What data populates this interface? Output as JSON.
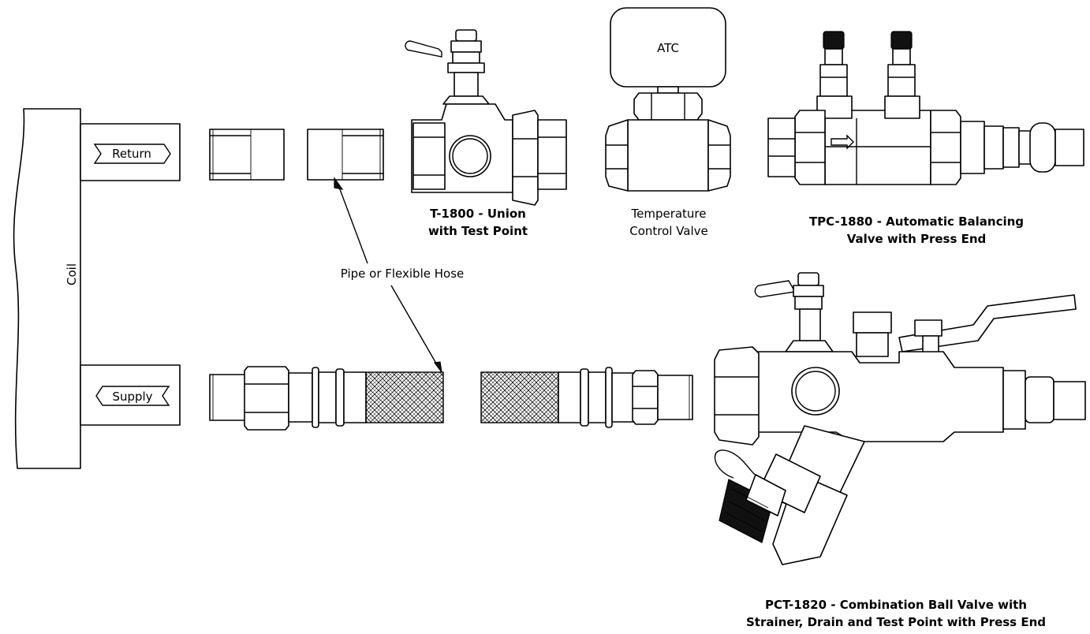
{
  "coil": {
    "label": "Coil"
  },
  "pipes": {
    "return_label": "Return",
    "supply_label": "Supply"
  },
  "callout": {
    "label": "Pipe or Flexible Hose"
  },
  "components": {
    "t1800": {
      "line1": "T-1800 - Union",
      "line2": "with Test Point"
    },
    "atc": {
      "actuator_label": "ATC",
      "line1": "Temperature",
      "line2": "Control Valve"
    },
    "tpc1880": {
      "line1": "TPC-1880 - Automatic Balancing",
      "line2": "Valve with Press End"
    },
    "pct1820": {
      "line1": "PCT-1820 - Combination Ball Valve with",
      "line2": "Strainer, Drain and Test Point with Press End"
    }
  }
}
